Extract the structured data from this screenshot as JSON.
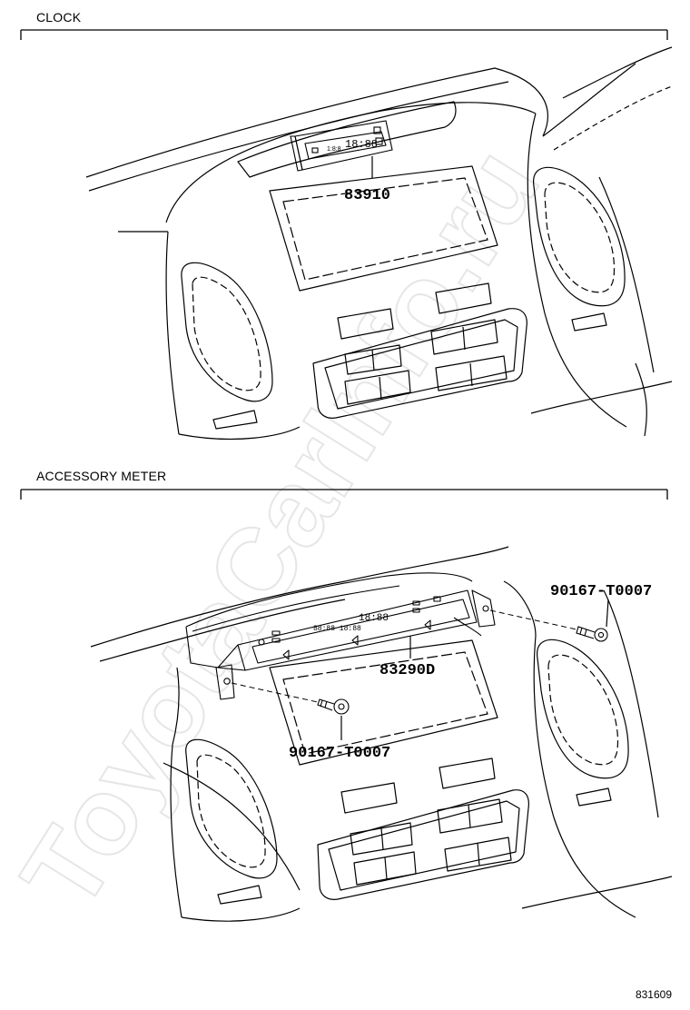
{
  "sections": {
    "clock": {
      "title": "CLOCK",
      "part_number": "83910"
    },
    "accessory_meter": {
      "title": "ACCESSORY METER",
      "part_number": "83290D",
      "screw_right": "90167-T0007",
      "screw_left": "90167-T0007"
    }
  },
  "watermark": "ToyotaCarInfo.ru",
  "diagram_code": "831609"
}
